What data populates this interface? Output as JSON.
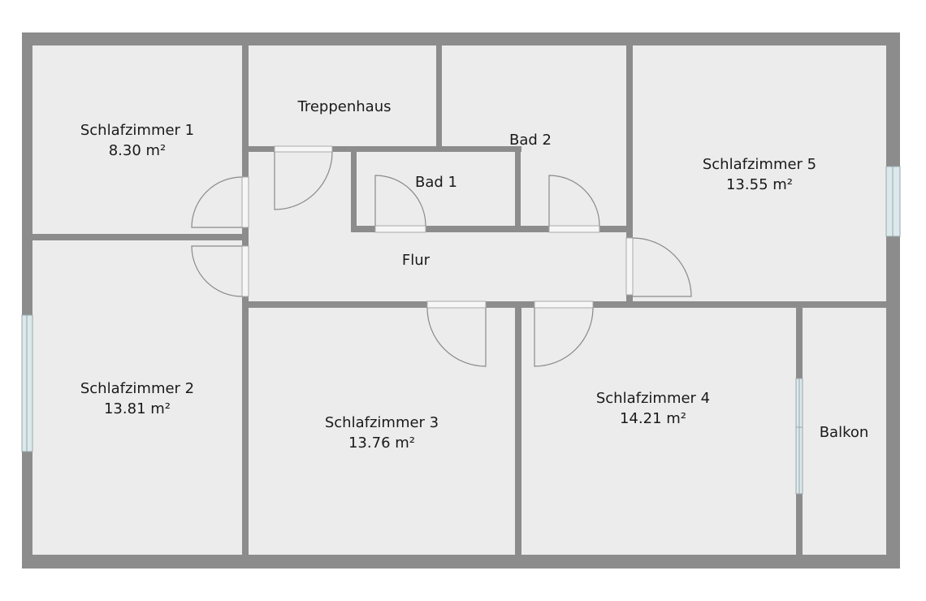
{
  "colors": {
    "wall": "#8c8c8c",
    "wall_edge": "#6e6e6e",
    "floor": "#ececec",
    "window_glass": "#dbe8ec",
    "door_line": "#8a8a8a"
  },
  "rooms": {
    "schlafzimmer_1": {
      "name": "Schlafzimmer 1",
      "area": "8.30 m²"
    },
    "treppenhaus": {
      "name": "Treppenhaus"
    },
    "bad_2": {
      "name": "Bad 2"
    },
    "bad_1": {
      "name": "Bad 1"
    },
    "schlafzimmer_5": {
      "name": "Schlafzimmer 5",
      "area": "13.55 m²"
    },
    "flur": {
      "name": "Flur"
    },
    "schlafzimmer_2": {
      "name": "Schlafzimmer 2",
      "area": "13.81 m²"
    },
    "schlafzimmer_3": {
      "name": "Schlafzimmer 3",
      "area": "13.76 m²"
    },
    "schlafzimmer_4": {
      "name": "Schlafzimmer 4",
      "area": "14.21 m²"
    },
    "balkon": {
      "name": "Balkon"
    }
  }
}
